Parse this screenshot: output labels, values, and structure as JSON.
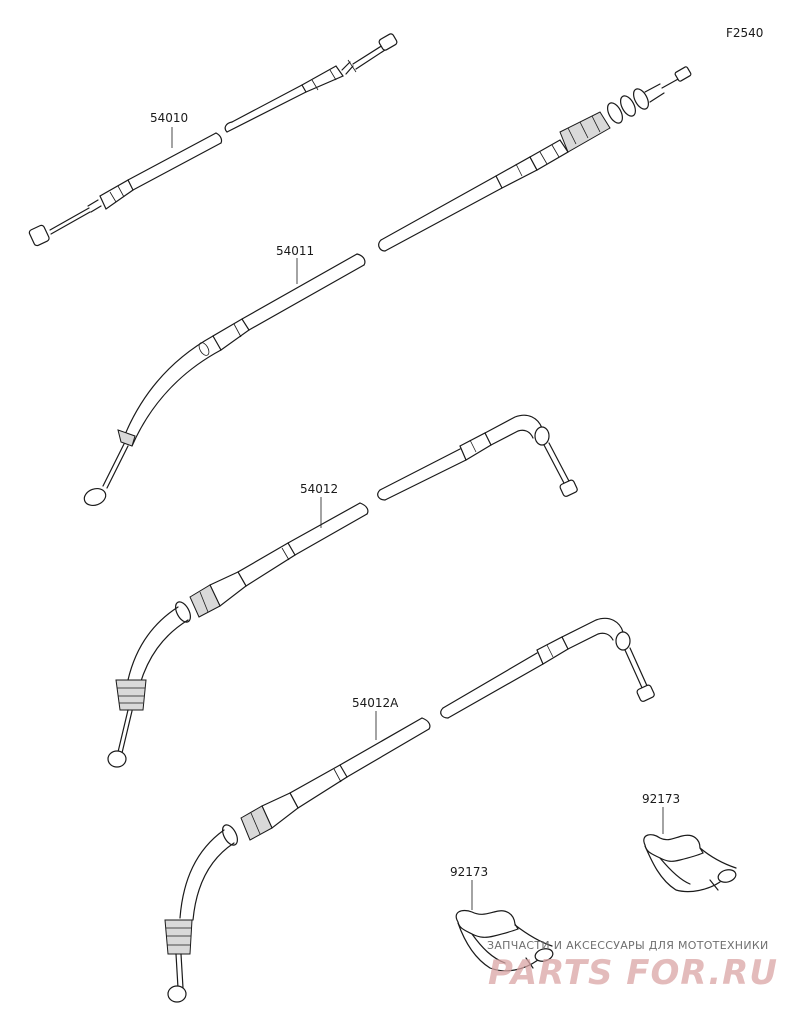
{
  "figure": {
    "code": "F2540"
  },
  "parts": [
    {
      "id": "cable-54010",
      "number": "54010"
    },
    {
      "id": "cable-54011",
      "number": "54011"
    },
    {
      "id": "cable-54012",
      "number": "54012"
    },
    {
      "id": "cable-54012A",
      "number": "54012A"
    },
    {
      "id": "clamp-92173-upper",
      "number": "92173"
    },
    {
      "id": "clamp-92173-lower",
      "number": "92173"
    }
  ],
  "watermark": {
    "tagline": "ЗАПЧАСТИ И АКСЕССУАРЫ ДЛЯ МОТОТЕХНИКИ",
    "brand": "PARTS FOR.RU"
  }
}
